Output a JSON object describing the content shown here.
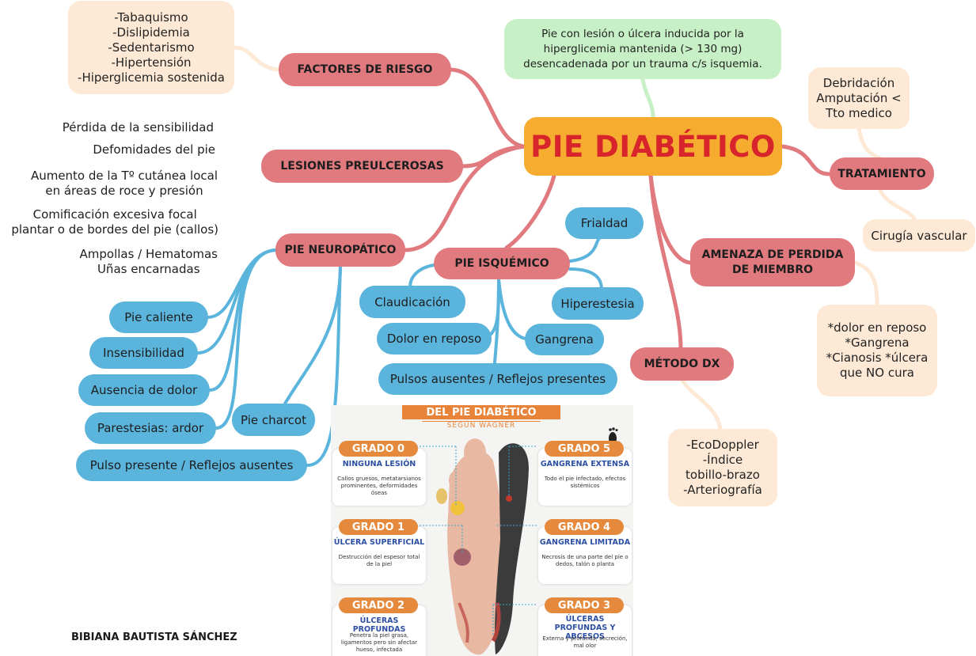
{
  "center": {
    "title": "PIE DIABÉTICO"
  },
  "definition": {
    "lines": [
      "Pie con lesión o úlcera inducida por la",
      "hiperglicemia mantenida (> 130 mg)",
      "desencadenada por un trauma c/s isquemia."
    ]
  },
  "risk_factors": {
    "label": "FACTORES DE RIESGO",
    "items": [
      "-Tabaquismo",
      "-Dislipidemia",
      "-Sedentarismo",
      "-Hipertensión",
      "-Hiperglicemia sostenida"
    ]
  },
  "preulcerous": {
    "label": "LESIONES PREULCEROSAS",
    "items": [
      [
        "Pérdida de la sensibilidad"
      ],
      [
        "Defomidades del pie"
      ],
      [
        "Aumento de la Tº cutánea local",
        "en áreas de roce y presión"
      ],
      [
        "Comificación excesiva focal",
        "plantar o de bordes del pie (callos)"
      ],
      [
        "Ampollas / Hematomas",
        "Uñas encarnadas"
      ]
    ]
  },
  "neuropathic": {
    "label": "PIE NEUROPÁTICO",
    "items": [
      "Pie caliente",
      "Insensibilidad",
      "Ausencia de dolor",
      "Parestesias: ardor",
      "Pulso presente / Reflejos ausentes"
    ],
    "charcot": "Pie charcot"
  },
  "ischemic": {
    "label": "PIE ISQUÉMICO",
    "items": [
      "Frialdad",
      "Hiperestesia",
      "Claudicación",
      "Dolor en reposo",
      "Gangrena",
      "Pulsos ausentes / Reflejos presentes"
    ]
  },
  "treatment": {
    "label": "TRATAMIENTO",
    "top": [
      "Debridación",
      "Amputación <",
      "Tto medico"
    ],
    "bottom": "Cirugía vascular"
  },
  "limb_threat": {
    "label": [
      "AMENAZA DE PERDIDA",
      "DE MIEMBRO"
    ],
    "items": [
      "*dolor en reposo",
      "*Gangrena",
      "*Cianosis *úlcera",
      "que NO cura"
    ]
  },
  "diagnosis": {
    "label": "MÉTODO DX",
    "items": [
      "-EcoDoppler",
      "-Índice",
      "tobillo-brazo",
      "-Arteriografía"
    ]
  },
  "wagner": {
    "title": "DEL PIE DIABÉTICO",
    "subtitle": "SEGÚN WAGNER",
    "grades": [
      {
        "grade": "GRADO 0",
        "name": "NINGUNA LESIÓN",
        "desc": "Callos gruesos, metatarsianos prominentes, deformidades óseas"
      },
      {
        "grade": "GRADO 1",
        "name": "ÚLCERA SUPERFICIAL",
        "desc": "Destrucción del espesor total de la piel"
      },
      {
        "grade": "GRADO 2",
        "name": "ÚLCERAS PROFUNDAS",
        "desc": "Penetra la piel grasa, ligamentos pero sin afectar hueso, infectada"
      },
      {
        "grade": "GRADO 5",
        "name": "GANGRENA EXTENSA",
        "desc": "Todo el pie infectado, efectos sistémicos"
      },
      {
        "grade": "GRADO 4",
        "name": "GANGRENA LIMITADA",
        "desc": "Necrosis de una parte del pie o dedos, talón o planta"
      },
      {
        "grade": "GRADO 3",
        "name": "ÚLCERAS PROFUNDAS Y ABCESOS",
        "desc": "Externa y profunda, secreción, mal olor"
      }
    ]
  },
  "author": "BIBIANA BAUTISTA SÁNCHEZ",
  "colors": {
    "center": "#f6ac2e",
    "center_text": "#d8252c",
    "branch": "#e07a7f",
    "leaf_blue": "#5ab4dc",
    "leaf_cream": "#fde9d6",
    "leaf_green": "#c8f0c6"
  }
}
